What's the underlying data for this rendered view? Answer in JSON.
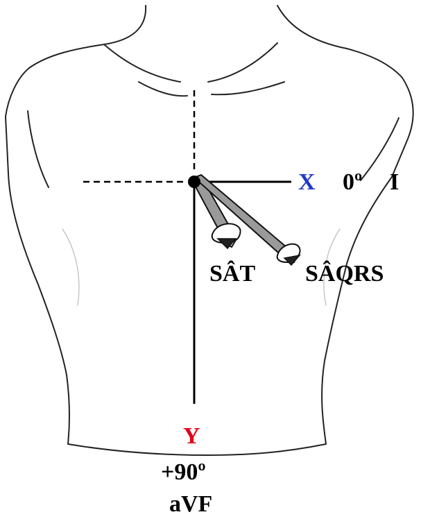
{
  "labels": {
    "x_axis": "X",
    "zero_deg": "0º",
    "lead_I": "I",
    "t_axis": "SÂT",
    "qrs_axis": "SÂQRS",
    "y_axis": "Y",
    "ninety_deg": "+90º",
    "lead_aVF": "aVF"
  },
  "colors": {
    "x_label": "#1f39c8",
    "y_label": "#e3001b",
    "outline": "#222222",
    "arrow_fill": "#9a9a9a"
  }
}
